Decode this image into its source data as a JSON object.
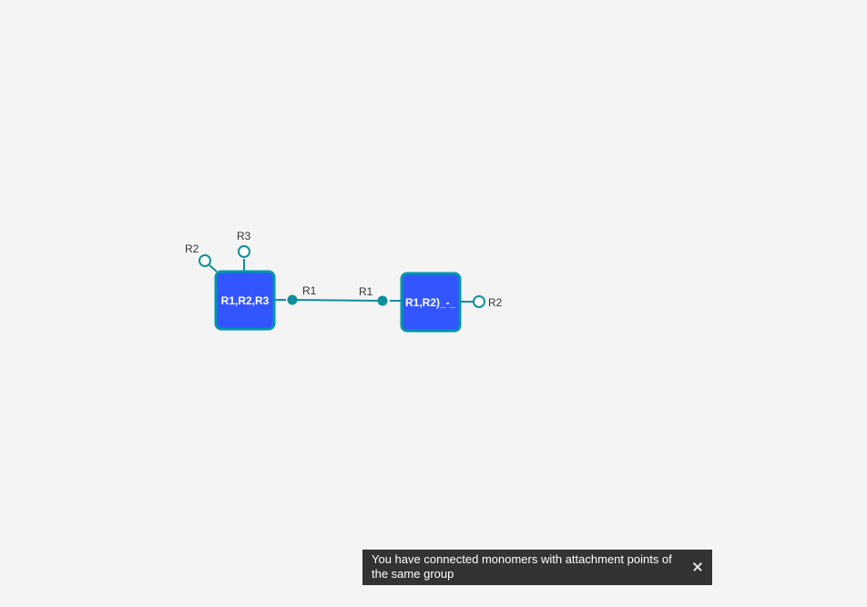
{
  "canvas": {
    "monomers": [
      {
        "label": "R1,R2,R3",
        "attachment_points": [
          "R2",
          "R3",
          "R1"
        ]
      },
      {
        "label": "R1,R2)_-_",
        "attachment_points": [
          "R1",
          "R2"
        ]
      }
    ],
    "bond": {
      "from_label": "R1",
      "to_label": "R1"
    }
  },
  "toast": {
    "message": "You have connected monomers with attachment points of the same group",
    "close_icon": "close-icon"
  },
  "colors": {
    "background": "#f4f4f4",
    "monomer_fill": "#3355ff",
    "monomer_border": "#0097a7",
    "bond": "#0f8f9c",
    "toast_bg": "#333333"
  }
}
